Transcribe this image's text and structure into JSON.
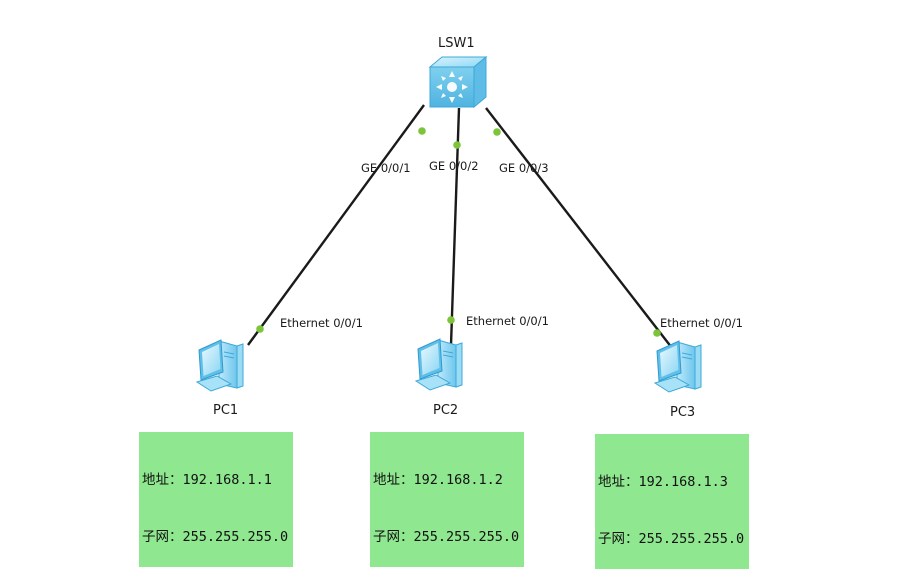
{
  "switch": {
    "name": "LSW1"
  },
  "links": [
    {
      "switch_port": "GE 0/0/1",
      "pc_port": "Ethernet 0/0/1"
    },
    {
      "switch_port": "GE 0/0/2",
      "pc_port": "Ethernet 0/0/1"
    },
    {
      "switch_port": "GE 0/0/3",
      "pc_port": "Ethernet 0/0/1"
    }
  ],
  "pcs": [
    {
      "name": "PC1",
      "address_line": "地址：192.168.1.1",
      "mask_line": "子网：255.255.255.0"
    },
    {
      "name": "PC2",
      "address_line": "地址：192.168.1.2",
      "mask_line": "子网：255.255.255.0"
    },
    {
      "name": "PC3",
      "address_line": "地址：192.168.1.3",
      "mask_line": "子网：255.255.255.0"
    }
  ],
  "colors": {
    "cable": "#1a1a1a",
    "port_dot": "#7cc43a",
    "note_background": "#8fe88f",
    "device_blue": "#7fd3f0"
  },
  "icons": {
    "switch": "layer3-switch-icon",
    "pc": "desktop-pc-icon"
  }
}
